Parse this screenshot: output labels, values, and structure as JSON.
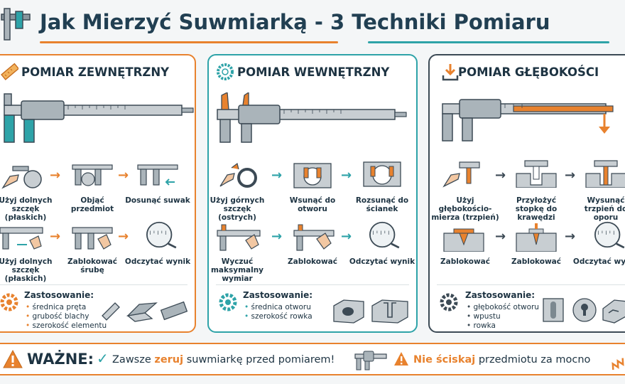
{
  "header": {
    "title_main": "Jak Mierzyć Suwmiarką",
    "title_sep": " - ",
    "title_sub": "3 Techniki Pomiaru"
  },
  "colors": {
    "orange": "#e8822e",
    "teal": "#2ea3a8",
    "dark": "#3c4a55",
    "text": "#1d3342"
  },
  "panels": [
    {
      "title": "POMIAR ZEWNĘTRZNY",
      "icon": "ruler-icon",
      "steps": [
        "Użyj dolnych szczęk (płaskich)",
        "Objąć przedmiot",
        "Dosunąć suwak",
        "Użyj dolnych szczęk (płaskich)",
        "Zablokować śrubę",
        "Odczytać wynik"
      ],
      "use_title": "Zastosowanie:",
      "use_items": [
        "średnica pręta",
        "grubość blachy",
        "szerokość elementu"
      ]
    },
    {
      "title": "POMIAR WEWNĘTRZNY",
      "icon": "ring-icon",
      "steps": [
        "Użyj górnych szczęk (ostrych)",
        "Wsunąć do otworu",
        "Rozsunąć do ścianek",
        "Wyczuć maksymalny wymiar",
        "Zablokować",
        "Odczytać wynik"
      ],
      "use_title": "Zastosowanie:",
      "use_items": [
        "średnica otworu",
        "szerokość rowka"
      ]
    },
    {
      "title": "POMIAR GŁĘBOKOŚCI",
      "icon": "depth-icon",
      "steps": [
        "Użyj głębokościo-mierza (trzpień)",
        "Przyłożyć stopkę do krawędzi",
        "Wysunąć trzpień do oporu",
        "Zablokować",
        "Zablokować",
        "Odczytać wynik"
      ],
      "use_title": "Zastosowanie:",
      "use_items": [
        "głębokość otworu",
        "wpustu",
        "rowka"
      ]
    }
  ],
  "footer": {
    "important": "WAŻNE:",
    "msg1_pre": "Zawsze ",
    "msg1_hl": "zeruj",
    "msg1_post": " suwmiarkę przed pomiarem!",
    "msg2_hl": "Nie ściskaj",
    "msg2_post": " przedmiotu za mocno"
  }
}
